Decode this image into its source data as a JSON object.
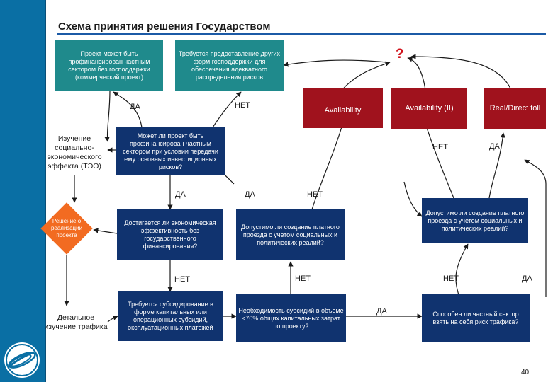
{
  "title": "Схема принятия решения Государством",
  "page_number": "40",
  "question_mark": "?",
  "boxes": {
    "commercial": "Проект может быть профинансирован частным сектором без господдержки (коммерческий проект)",
    "other_support": "Требуется предоставление других форм господдержки для обеспечения адекватного распределения рисков",
    "availability": "Availability",
    "availability_ii": "Availability (II)",
    "real_direct_toll": "Real/Direct toll",
    "private_financing": "Может ли проект быть профинансирован частным сектором при условии передачи ему основных инвестиционных рисков?",
    "efficiency": "Достигается ли экономическая эффективность без государственного финансирования?",
    "toll_allowed_mid": "Допустимо ли создание платного проезда с учетом социальных и политических реалий?",
    "toll_allowed_right": "Допустимо ли создание платного проезда с учетом социальных и политических реалий?",
    "subsidy_required": "Требуется субсидирование в форме капитальных или операционных субсидий, эксплуатационных платежей",
    "subsidy_70": "Необходимость субсидий в объеме <70% общих капитальных затрат по проекту?",
    "traffic_risk": "Способен ли частный сектор взять на себя риск трафика?"
  },
  "left_steps": {
    "teo": "Изучение социально-экономического эффекта (ТЭО)",
    "decision": "Решение о реализации проекта",
    "traffic_study": "Детальное изучение трафика"
  },
  "labels": {
    "da_top": "ДА",
    "net_top": "НЕТ",
    "net_right_top": "НЕТ",
    "da_right_top": "ДА",
    "da_mid_left": "ДА",
    "da_mid": "ДА",
    "net_mid": "НЕТ",
    "net_low_left": "НЕТ",
    "net_low_mid": "НЕТ",
    "net_low_right": "НЕТ",
    "da_low_right": "ДА",
    "da_bottom": "ДА"
  },
  "colors": {
    "sidebar": "#0a6fa4",
    "teal": "#1f8a8c",
    "maroon": "#a0121d",
    "navy": "#10336f",
    "orange": "#f26b21",
    "title_rule": "#1b5aa6",
    "question_mark": "#d0101a"
  },
  "icons": [
    "globe-logo-icon"
  ]
}
